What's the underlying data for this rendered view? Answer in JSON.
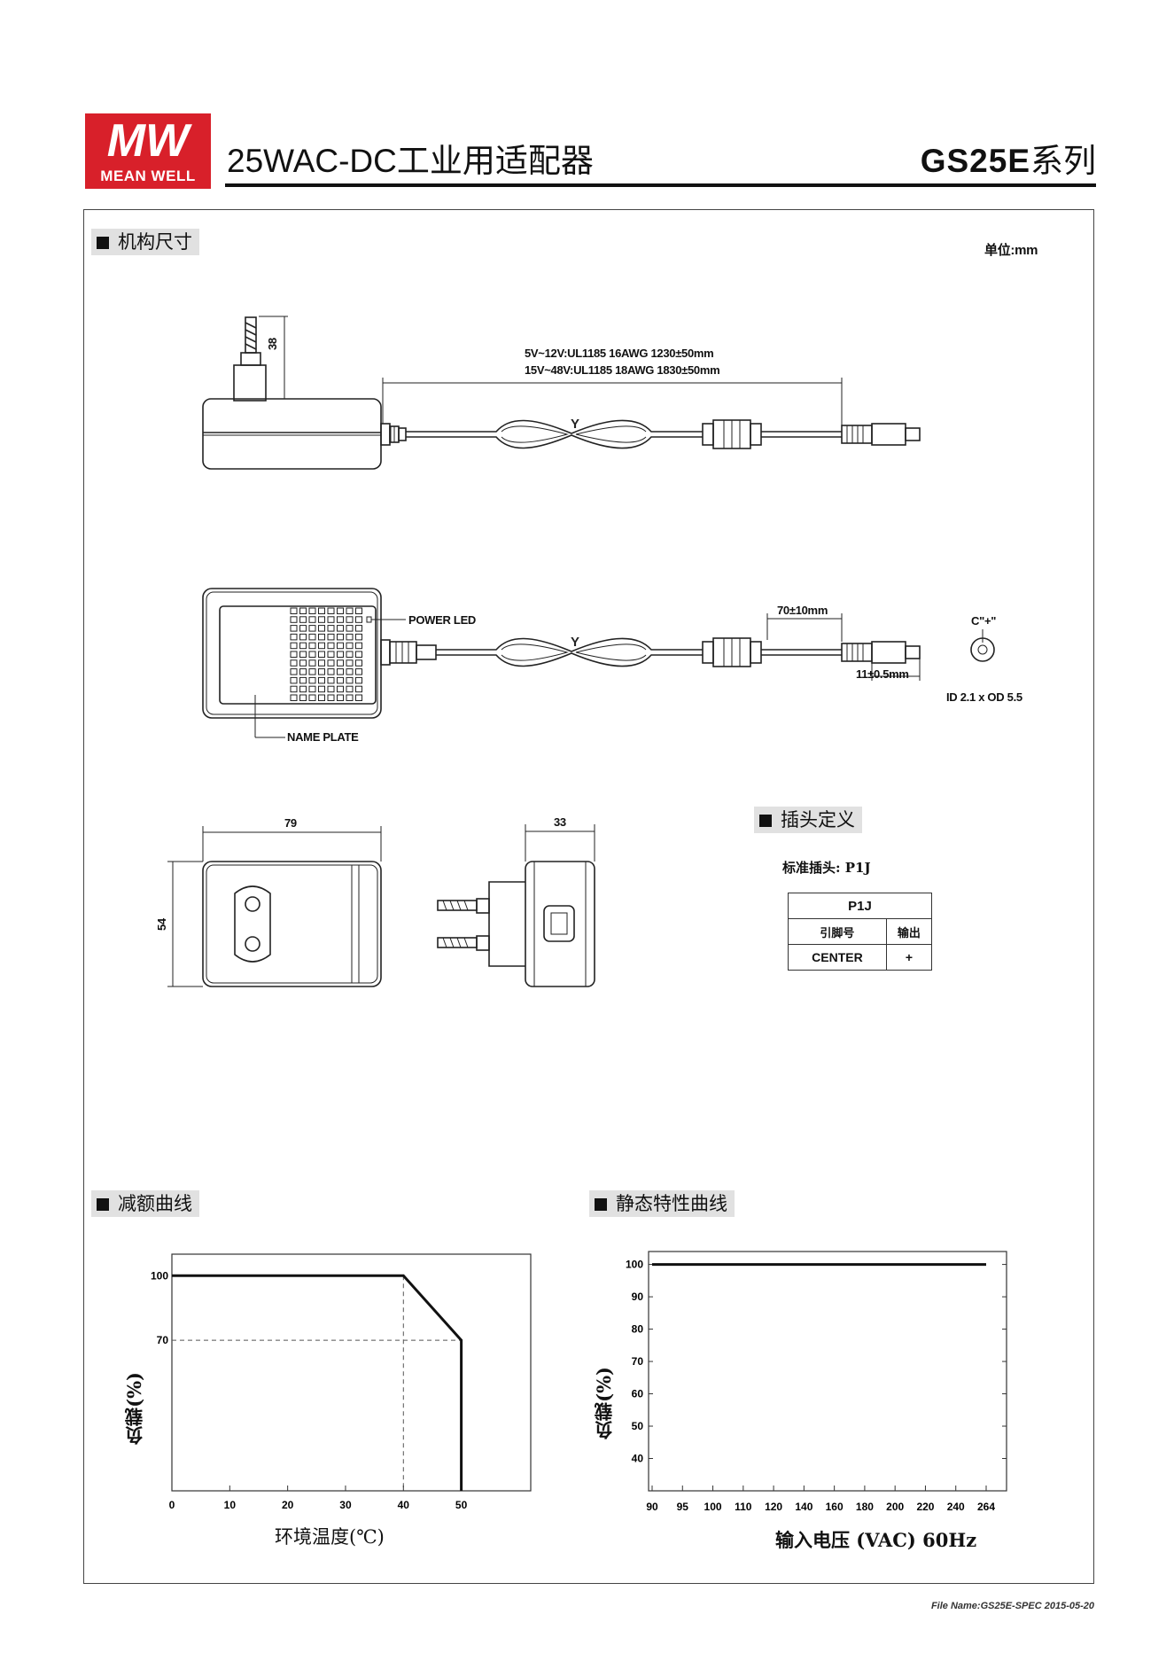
{
  "header": {
    "logo_top": "MW",
    "logo_text": "MEAN WELL",
    "title": "25WAC-DC工业用适配器",
    "series_model": "GS25E",
    "series_suffix": "系列"
  },
  "mechanical": {
    "section_title": "机构尺寸",
    "unit": "单位:mm",
    "cable_spec_line1": "5V~12V:UL1185 16AWG 1230±50mm",
    "cable_spec_line2": "15V~48V:UL1185 18AWG 1830±50mm",
    "dim_38": "38",
    "power_led": "POWER LED",
    "name_plate": "NAME PLATE",
    "dim_70": "70±10mm",
    "dim_11": "11±0.5mm",
    "connector_polarity": "C\"+\"",
    "connector_size": "ID 2.1 x OD 5.5",
    "dim_79": "79",
    "dim_54": "54",
    "dim_33": "33",
    "cable_mark": "Y"
  },
  "plug": {
    "section_title": "插头定义",
    "standard_plug": "标准插头: P1J",
    "table_title": "P1J",
    "col_pin": "引脚号",
    "col_output": "输出",
    "row_pin": "CENTER",
    "row_output": "+"
  },
  "derating": {
    "section_title": "减额曲线",
    "chart_data": {
      "type": "line",
      "xlabel": "环境温度(℃)",
      "ylabel": "负载(%)",
      "x_ticks": [
        0,
        10,
        20,
        30,
        40,
        50
      ],
      "y_ticks": [
        70,
        100
      ],
      "xlim": [
        0,
        62
      ],
      "ylim": [
        0,
        110
      ],
      "series": [
        {
          "x": [
            0,
            40,
            50,
            50
          ],
          "y": [
            100,
            100,
            70,
            0
          ]
        }
      ],
      "reference_lines": {
        "x": 40,
        "y": 70,
        "style": "dashed"
      },
      "grid": false
    }
  },
  "static": {
    "section_title": "静态特性曲线",
    "chart_data": {
      "type": "line",
      "xlabel": "输入电压 (VAC) 60Hz",
      "ylabel": "负载(%)",
      "x_ticks": [
        "90",
        "95",
        "100",
        "110",
        "120",
        "140",
        "160",
        "180",
        "200",
        "220",
        "240",
        "264"
      ],
      "y_ticks": [
        40,
        50,
        60,
        70,
        80,
        90,
        100
      ],
      "ylim": [
        30,
        104
      ],
      "series": [
        {
          "x": [
            "90",
            "264"
          ],
          "y": [
            100,
            100
          ]
        }
      ],
      "grid": false
    }
  },
  "footer": {
    "file_name": "File Name:GS25E-SPEC   2015-05-20"
  }
}
